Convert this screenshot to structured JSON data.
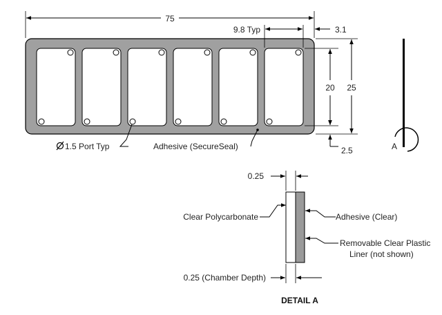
{
  "dimensions": {
    "overall_width": "75",
    "chamber_pitch": "9.8 Typ",
    "end_margin": "3.1",
    "chamber_height": "20",
    "overall_height": "25",
    "bottom_margin": "2.5"
  },
  "callouts": {
    "port": "1.5 Port Typ",
    "adhesive": "Adhesive (SecureSeal)",
    "view_marker": "A"
  },
  "detail": {
    "top_thickness": "0.25",
    "layer_left": "Clear Polycarbonate",
    "layer_right": "Adhesive (Clear)",
    "liner_line1": "Removable Clear Plastic",
    "liner_line2": "Liner (not shown)",
    "bottom_dim": "0.25 (Chamber Depth)",
    "title": "DETAIL A"
  },
  "colors": {
    "body_fill": "#a0a0a0",
    "chamber_fill": "#ffffff",
    "adhesive_fill": "#9a9a9a"
  }
}
